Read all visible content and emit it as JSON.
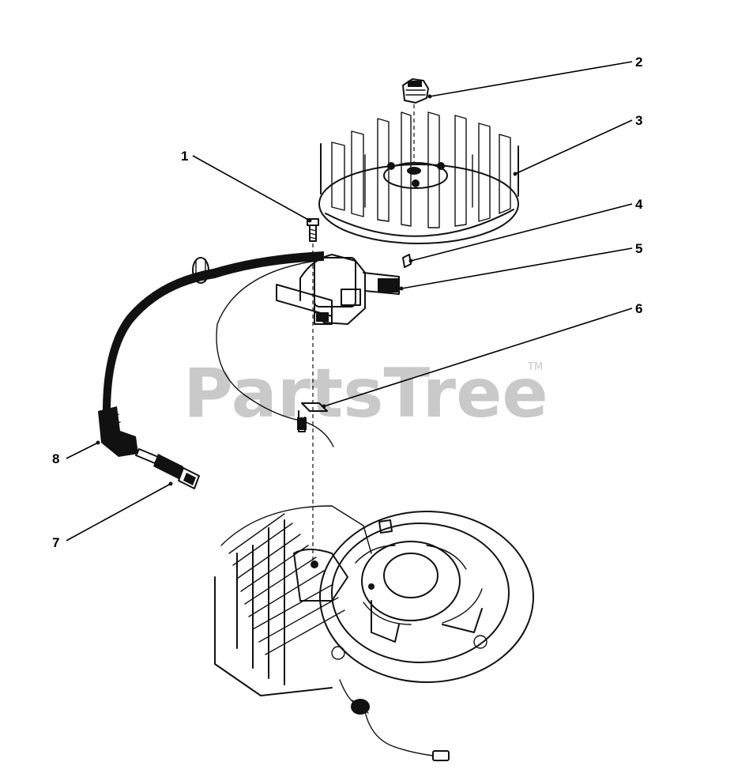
{
  "watermark": {
    "brand": "PartsTree",
    "trademark": "TM"
  },
  "callouts": [
    {
      "id": "1",
      "label": "1"
    },
    {
      "id": "2",
      "label": "2"
    },
    {
      "id": "3",
      "label": "3"
    },
    {
      "id": "4",
      "label": "4"
    },
    {
      "id": "5",
      "label": "5"
    },
    {
      "id": "6",
      "label": "6"
    },
    {
      "id": "7",
      "label": "7"
    },
    {
      "id": "8",
      "label": "8"
    }
  ]
}
